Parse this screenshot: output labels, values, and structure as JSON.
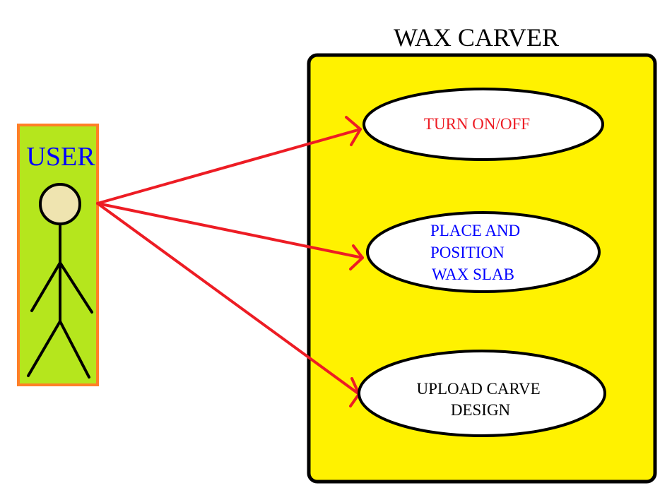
{
  "system": {
    "title": "WAX CARVER",
    "fill_color": "#fff200",
    "border_color": "#000000"
  },
  "actor": {
    "label": "USER",
    "label_color": "#0000ff",
    "box_fill_color": "#b5e61d",
    "box_border_color": "#ff7f27",
    "head_color": "#efe4b0"
  },
  "association_color": "#ed1c24",
  "use_cases": [
    {
      "lines": [
        "TURN ON/OFF"
      ],
      "text_color": "#ed1c24"
    },
    {
      "lines": [
        "PLACE AND",
        "POSITION",
        "WAX SLAB"
      ],
      "text_color": "#0000ff"
    },
    {
      "lines": [
        "UPLOAD CARVE",
        "DESIGN"
      ],
      "text_color": "#000000"
    }
  ]
}
